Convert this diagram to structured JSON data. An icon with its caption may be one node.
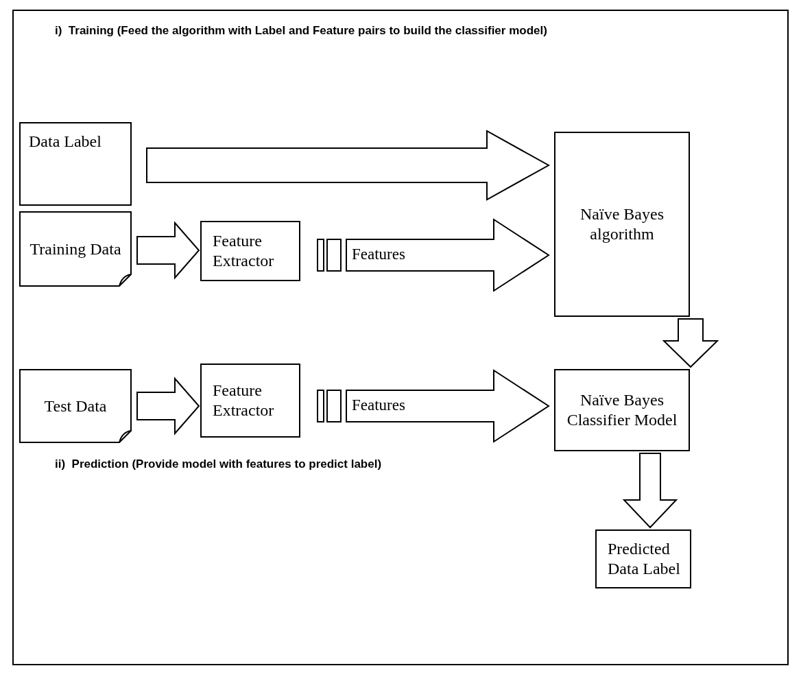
{
  "diagram": {
    "nodes": [
      {
        "text": [
          "Data Label"
        ]
      },
      {
        "text": [
          "Naïve Bayes algorithm"
        ]
      },
      {
        "text": [
          "Training Data"
        ]
      },
      {
        "text": [
          "Feature Extractor"
        ]
      },
      {
        "text": [
          "Test Data"
        ]
      },
      {
        "text": [
          "Feature Extractor"
        ]
      },
      {
        "text": [
          "Naïve Bayes Classifier Model"
        ]
      },
      {
        "text": [
          "Predicted Data Label"
        ]
      }
    ],
    "edges": [
      {
        "from": 0,
        "to": 1,
        "arrow": "to"
      },
      {
        "from": 2,
        "to": 3,
        "arrow": "to"
      },
      {
        "from": 3,
        "to": 1,
        "arrow": "to",
        "label": "Features"
      },
      {
        "from": 1,
        "to": 6,
        "arrow": "to"
      },
      {
        "from": 4,
        "to": 5,
        "arrow": "to"
      },
      {
        "from": 5,
        "to": 6,
        "arrow": "to",
        "label": "Features"
      },
      {
        "from": 6,
        "to": 7,
        "arrow": "to"
      }
    ],
    "labels": [
      "i)  Training (Feed the algorithm with Label and Feature pairs to build the classifier model)",
      "ii)  Prediction (Provide model with features to predict label)"
    ]
  }
}
